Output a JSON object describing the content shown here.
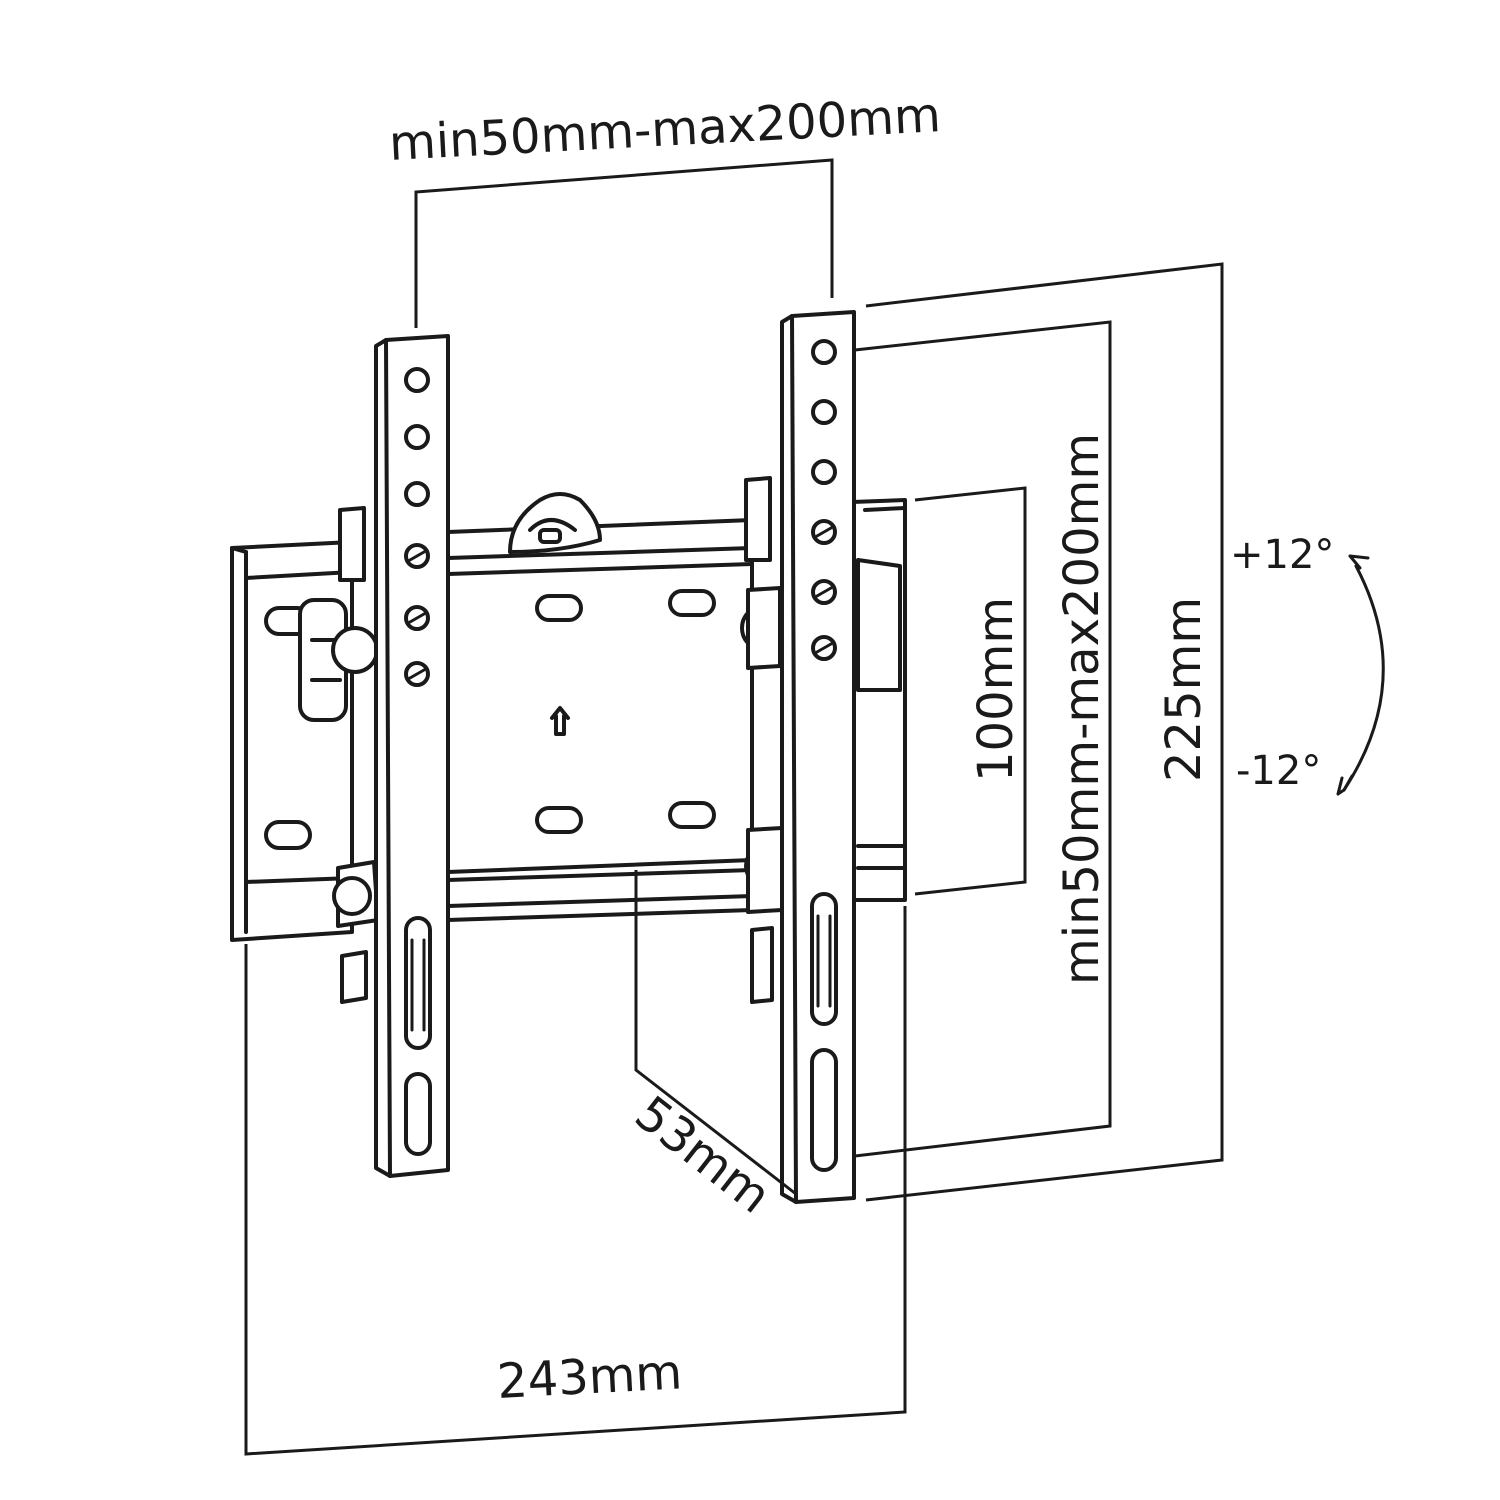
{
  "dimensions": {
    "top_width": "min50mm-max200mm",
    "right_height_inner": "100mm",
    "right_height_vesa": "min50mm-max200mm",
    "right_height_total": "225mm",
    "depth": "53mm",
    "bottom_width": "243mm"
  },
  "tilt": {
    "up": "+12°",
    "down": "-12°"
  }
}
